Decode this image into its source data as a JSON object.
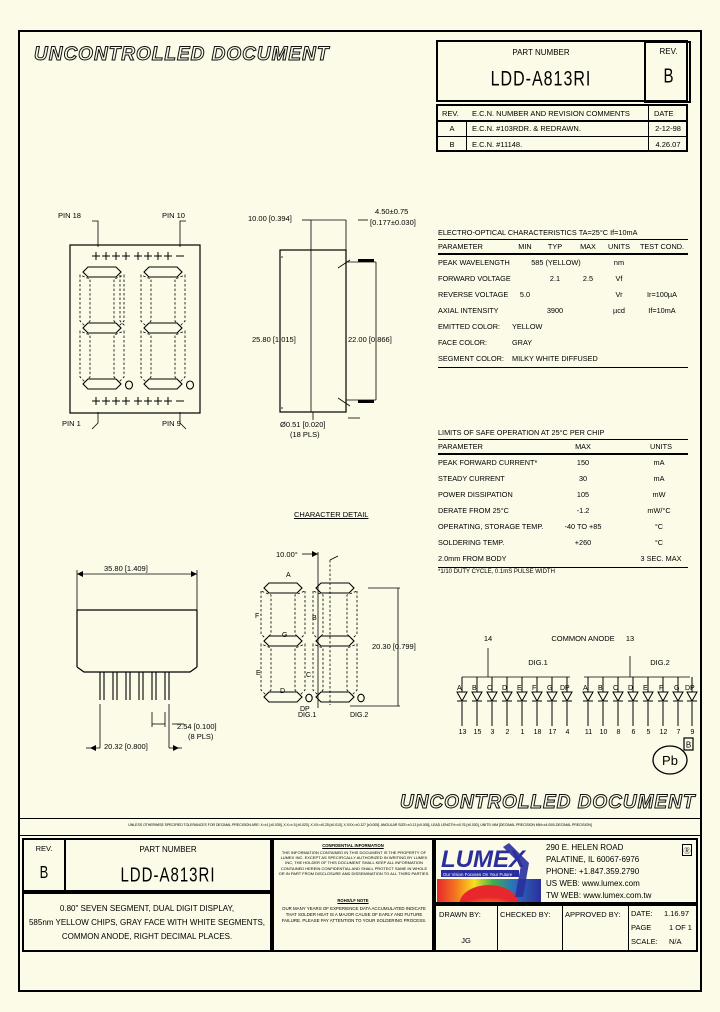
{
  "watermark": {
    "top": "UNCONTROLLED DOCUMENT",
    "bottom": "UNCONTROLLED DOCUMENT"
  },
  "header": {
    "part_number_label": "PART NUMBER",
    "part_number": "LDD-A813RI",
    "rev_label": "REV.",
    "rev_value": "B"
  },
  "ecn_table": {
    "columns": [
      "REV.",
      "E.C.N. NUMBER AND REVISION COMMENTS",
      "DATE"
    ],
    "rows": [
      {
        "rev": "A",
        "comment": "E.C.N. #103RDR. & REDRAWN.",
        "date": "2-12-98"
      },
      {
        "rev": "B",
        "comment": "E.C.N. #11148.",
        "date": "4.26.07"
      }
    ]
  },
  "electro_optical": {
    "title": "ELECTRO-OPTICAL CHARACTERISTICS TA=25°C          If=10mA",
    "columns": [
      "PARAMETER",
      "MIN",
      "TYP",
      "MAX",
      "UNITS",
      "TEST COND."
    ],
    "rows": [
      {
        "parameter": "PEAK WAVELENGTH",
        "min": "",
        "typ": "585 (YELLOW)",
        "max": "",
        "units": "nm",
        "cond": ""
      },
      {
        "parameter": "FORWARD VOLTAGE",
        "min": "",
        "typ": "2.1",
        "max": "2.5",
        "units": "Vf",
        "cond": ""
      },
      {
        "parameter": "REVERSE VOLTAGE",
        "min": "5.0",
        "typ": "",
        "max": "",
        "units": "Vr",
        "cond": "Ir=100µA"
      },
      {
        "parameter": "AXIAL INTENSITY",
        "min": "",
        "typ": "3900",
        "max": "",
        "units": "µcd",
        "cond": "If=10mA"
      }
    ],
    "notes": [
      {
        "label": "EMITTED COLOR:",
        "value": "YELLOW"
      },
      {
        "label": "FACE COLOR:",
        "value": "GRAY"
      },
      {
        "label": "SEGMENT COLOR:",
        "value": "MILKY WHITE DIFFUSED"
      }
    ]
  },
  "safe_operation": {
    "title": "LIMITS OF SAFE OPERATION AT 25°C PER CHIP",
    "columns": [
      "PARAMETER",
      "MAX",
      "UNITS"
    ],
    "rows": [
      {
        "parameter": "PEAK FORWARD CURRENT*",
        "max": "150",
        "units": "mA"
      },
      {
        "parameter": "STEADY CURRENT",
        "max": "30",
        "units": "mA"
      },
      {
        "parameter": "POWER DISSIPATION",
        "max": "105",
        "units": "mW"
      },
      {
        "parameter": "DERATE FROM 25°C",
        "max": "-1.2",
        "units": "mW/°C"
      },
      {
        "parameter": "OPERATING, STORAGE TEMP.",
        "max": "-40 TO +85",
        "units": "°C"
      },
      {
        "parameter": "SOLDERING TEMP.",
        "max": "+260",
        "units": "°C"
      },
      {
        "parameter": "2.0mm FROM BODY",
        "max": "",
        "units": "3 SEC. MAX"
      }
    ],
    "footnote": "*1/10 DUTY CYCLE, 0.1mS PULSE WIDTH"
  },
  "schematic": {
    "common_anode_label": "COMMON ANODE",
    "common_pin_left": "14",
    "common_pin_right": "13",
    "digit1_label": "DIG.1",
    "digit2_label": "DIG.2",
    "segments": [
      "A",
      "B",
      "C",
      "D",
      "E",
      "F",
      "G",
      "DP"
    ],
    "digit1_pins": [
      "13",
      "15",
      "3",
      "2",
      "1",
      "18",
      "17",
      "4"
    ],
    "digit2_pins": [
      "11",
      "10",
      "8",
      "6",
      "5",
      "12",
      "7",
      "9"
    ],
    "pb_symbol": "Pb"
  },
  "front_view": {
    "pin18": "PIN 18",
    "pin10": "PIN 10",
    "pin1": "PIN 1",
    "pin9": "PIN 9"
  },
  "side_view_dims": {
    "width": "10.00 [0.394]",
    "thickness": "4.50±0.75\n[0.177±0.030]",
    "thickness_line1": "4.50±0.75",
    "thickness_line2": "[0.177±0.030]",
    "height": "25.80 [1.015]",
    "body_height": "22.00 [0.866]",
    "pin_dia": "Ø0.51 [0.020]",
    "pin_dia_qty": "(18 PLS)"
  },
  "bottom_view_dims": {
    "width": "35.80 [1.409]",
    "pin_pitch": "2.54 [0.100]",
    "pin_pitch_qty": "(8 PLS)",
    "pin_span": "20.32 [0.800]"
  },
  "character_detail": {
    "title": "CHARACTER DETAIL",
    "angle": "10.00°",
    "char_height": "20.30 [0.799]",
    "segments": {
      "a": "A",
      "b": "B",
      "c": "C",
      "d": "D",
      "e": "E",
      "f": "F",
      "g": "G",
      "dp": "DP"
    },
    "digit1_label": "DIG.1",
    "digit2_label": "DIG.2"
  },
  "tolerance_note": "UNLESS OTHERWISE SPECIFIED TOLERANCES FOR DECIMAL PRECISION ARE: X=±1 [±0.039], X.X=±.5 [±0.020], X.XX=±0.25 [±0.010], X.XXX=±0.127 [±0.005].  ANGULAR SIZE=±0.13 [±0.005], LEAD LENGTH=±0.76 [±0.030], UNITS:  MM [DECIMAL PRECISION MM=±4.000/-DECIMAL PRECISION]",
  "title_block": {
    "rev_label": "REV.",
    "rev_value": "B",
    "part_number_label": "PART NUMBER",
    "part_number": "LDD-A813RI",
    "description": "0.80\" SEVEN SEGMENT, DUAL DIGIT DISPLAY,\n585nm YELLOW CHIPS, GRAY FACE WITH WHITE SEGMENTS,\nCOMMON ANODE, RIGHT DECIMAL PLACES.",
    "description_line1": "0.80\" SEVEN SEGMENT, DUAL DIGIT DISPLAY,",
    "description_line2": "585nm YELLOW CHIPS, GRAY FACE WITH WHITE SEGMENTS,",
    "description_line3": "COMMON ANODE, RIGHT DECIMAL PLACES."
  },
  "confidential": {
    "title": "CONFIDENTIAL INFORMATION",
    "body": "THE INFORMATION CONTAINED IN THIS DOCUMENT IS THE PROPERTY OF LUMEX INC. EXCEPT AS SPECIFICALLY AUTHORIZED IN WRITING BY LUMEX INC, THE HOLDER OF THIS DOCUMENT SHALL KEEP ALL INFORMATION CONTAINED HEREIN CONFIDENTIAL AND SHALL PROTECT SAME IN WHOLE OR IN PART FROM DISCLOSURE AND DISSEMINATION TO ALL THIRD PARTIES."
  },
  "rohs_note": {
    "title": "ROHS/LF NOTE",
    "body": "OUR MANY YEARS OF EXPERIENCE DATA ACCUMULATED INDICATE THAT SOLDER HEAT IS A MAJOR CAUSE OF EARLY AND FUTURE FAILURE. PLEASE PAY ATTENTION TO YOUR SOLDERING PROCESS."
  },
  "company": {
    "name": "LUMEX",
    "tagline": "Our Vision Focuses On Your Future",
    "address_line1": "290 E. HELEN ROAD",
    "address_line2": "PALATINE, IL  60067-6976",
    "phone": "PHONE: +1.847.359.2790",
    "us_web": "US WEB: www.lumex.com",
    "tw_web": "TW WEB: www.lumex.com.tw",
    "rohs_badge": "Ⓡ"
  },
  "signoff": {
    "drawn_by_label": "DRAWN BY:",
    "drawn_by_value": "JG",
    "checked_by_label": "CHECKED BY:",
    "checked_by_value": "",
    "approved_by_label": "APPROVED BY:",
    "approved_by_value": "",
    "date_label": "DATE:",
    "date_value": "1.16.97",
    "page_label": "PAGE",
    "page_value": "1 OF 1",
    "scale_label": "SCALE:",
    "scale_value": "N/A"
  },
  "colors": {
    "paper": "#fbfbe8",
    "ink": "#000000",
    "logo_blue": "#2b2f9e"
  }
}
